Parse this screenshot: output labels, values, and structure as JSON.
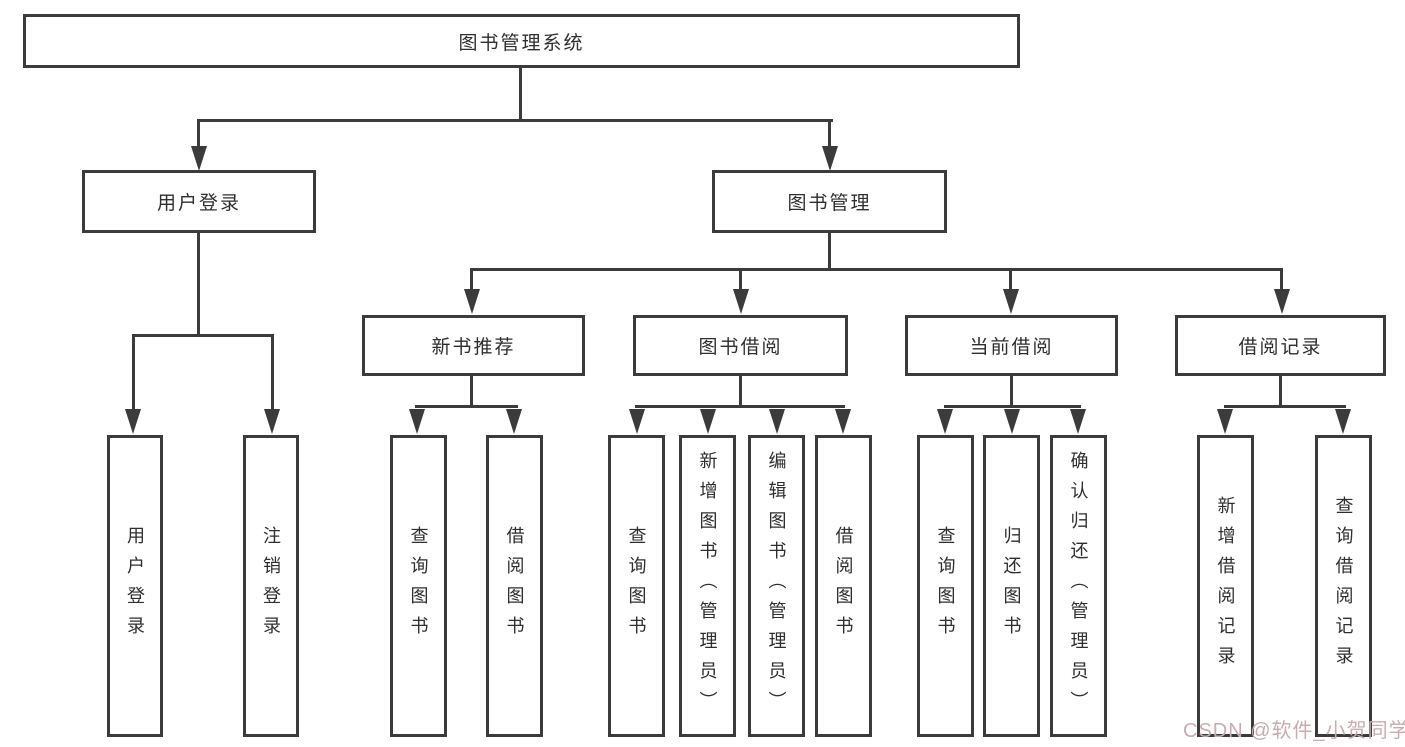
{
  "diagram": {
    "root": "图书管理系统",
    "branches": [
      {
        "label": "用户登录",
        "children": [
          "用户登录",
          "注销登录"
        ]
      },
      {
        "label": "图书管理",
        "groups": [
          {
            "label": "新书推荐",
            "children": [
              "查询图书",
              "借阅图书"
            ]
          },
          {
            "label": "图书借阅",
            "children": [
              "查询图书",
              "新增图书（管理员）",
              "编辑图书（管理员）",
              "借阅图书"
            ]
          },
          {
            "label": "当前借阅",
            "children": [
              "查询图书",
              "归还图书",
              "确认归还（管理员）"
            ]
          },
          {
            "label": "借阅记录",
            "children": [
              "新增借阅记录",
              "查询借阅记录"
            ]
          }
        ]
      }
    ]
  },
  "colors": {
    "line": "#3b3b3b",
    "text": "#2e2e2e",
    "watermark": "#c9abb1"
  },
  "watermark": "CSDN @软件_小贺同学"
}
